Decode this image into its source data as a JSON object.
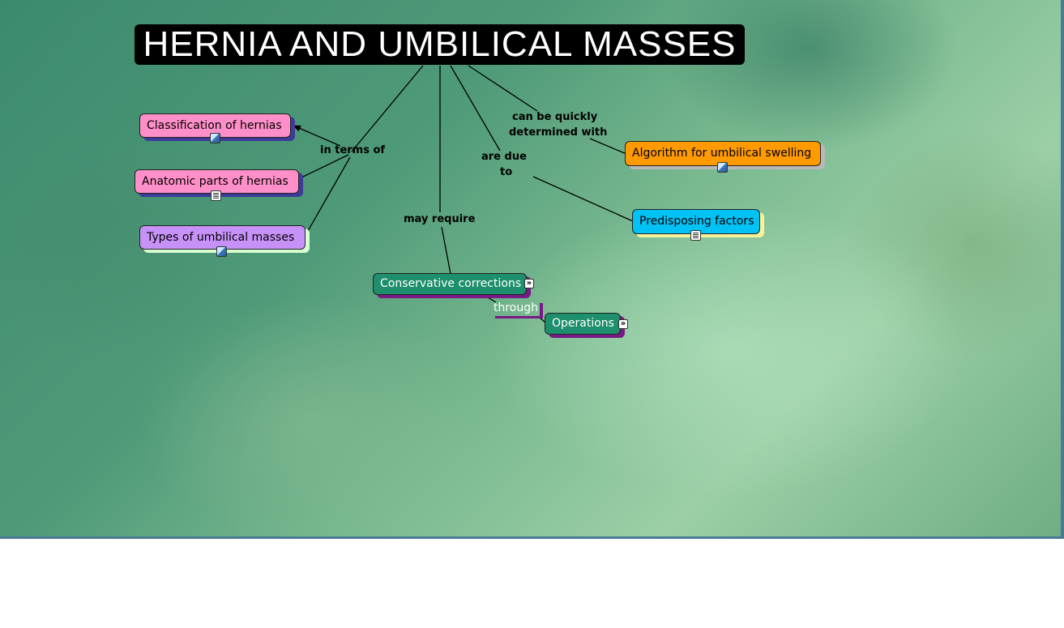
{
  "title": "HERNIA AND UMBILICAL MASSES",
  "nodes": {
    "classification": "Classification of hernias",
    "anatomic": "Anatomic parts of hernias",
    "types": "Types of umbilical masses",
    "algorithm": "Algorithm for umbilical swelling",
    "predisposing": "Predisposing factors",
    "conservative": "Conservative corrections",
    "operations": "Operations"
  },
  "links": {
    "in_terms_of": "in terms of",
    "can_be_quickly": "can be quickly",
    "determined_with": "determined with",
    "are_due": "are due",
    "to": "to",
    "may_require": "may require",
    "through": "through"
  },
  "icons": {
    "classification": "image-resource-icon",
    "anatomic": "document-resource-icon",
    "types": "image-resource-icon",
    "algorithm": "image-resource-icon",
    "predisposing": "document-resource-icon",
    "conservative": "submap-link-icon",
    "operations": "submap-link-icon"
  },
  "colors": {
    "title_bg": "#000000",
    "classification": "#ff8fc8",
    "anatomic": "#ff8fc8",
    "types": "#c792f7",
    "algorithm": "#ff9a00",
    "predisposing": "#00c2f5",
    "conservative": "#1e8f6c",
    "operations": "#1e8f6c"
  }
}
